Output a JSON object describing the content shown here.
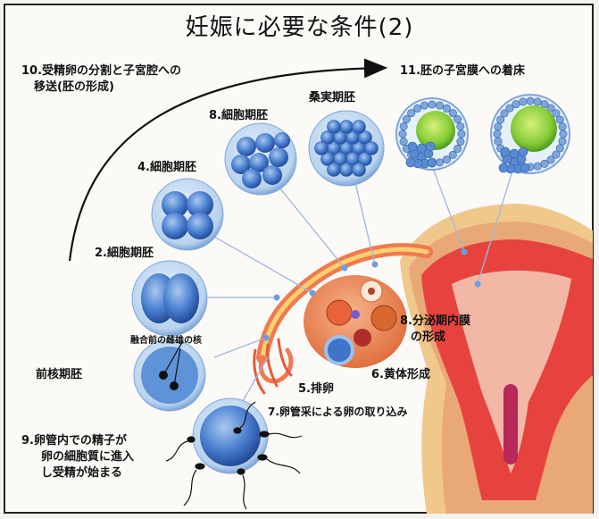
{
  "title": "妊娠に必要な条件(2)",
  "labels": {
    "transport_line1": "10.受精卵の分割と子宮腔への",
    "transport_line2": "移送(胚の形成)",
    "implantation": "11.胚の子宮膜への着床",
    "morula": "桑実期胚",
    "eight_cell": "8.細胞期胚",
    "four_cell": "4.細胞期胚",
    "two_cell": "2.細胞期胚",
    "pronuclei": "融合前の雌雄の核",
    "pronuclear_stage": "前核期胚",
    "fertilization_line1": "9.卵管内での精子が",
    "fertilization_line2": "卵の細胞質に進入",
    "fertilization_line3": "し受精が始まる",
    "secretory_line1": "8.分泌期内膜",
    "secretory_line2": "の形成",
    "corpus_luteum": "6.黄体形成",
    "ovulation": "5.排卵",
    "pickup": "7.卵管采による卵の取り込み"
  },
  "colors": {
    "uterus_outer": "#f0c88c",
    "uterus_muscle": "#e8a878",
    "endometrium": "#e0403e",
    "tube": "#f07a50",
    "cell_blue": "#3f74c8",
    "zona": "#b9d3ee",
    "inner_mass_green": "#7dc832"
  }
}
